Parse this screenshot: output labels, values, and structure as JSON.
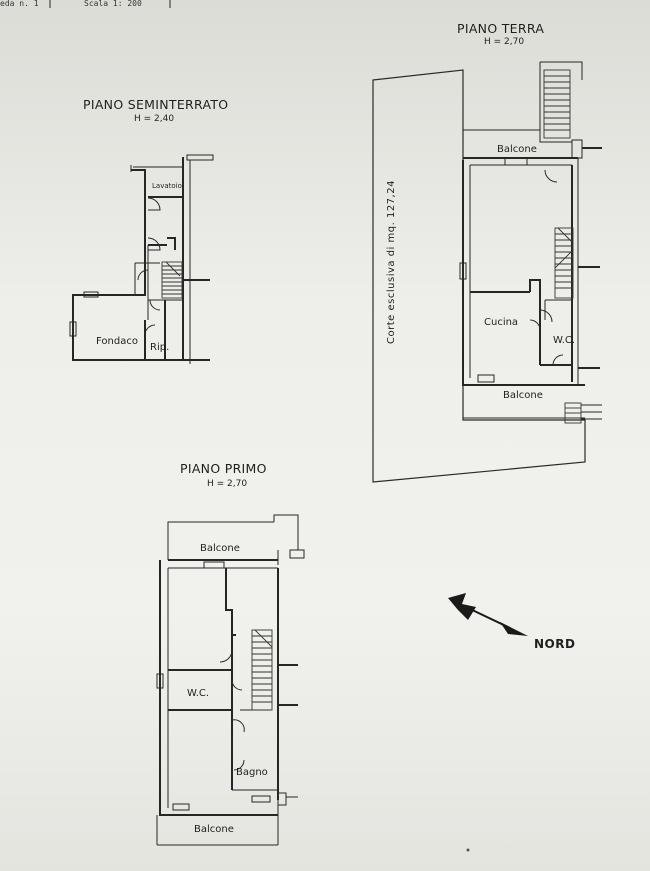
{
  "header": {
    "left": "eda n. 1",
    "scale": "Scala 1: 200"
  },
  "plans": {
    "seminterrato": {
      "title": "PIANO SEMINTERRATO",
      "height": "H = 2,40",
      "rooms": {
        "lavatoio": "Lavatoio",
        "fondaco": "Fondaco",
        "rip": "Rip."
      }
    },
    "terra": {
      "title": "PIANO TERRA",
      "height": "H = 2,70",
      "rooms": {
        "balcone_top": "Balcone",
        "cucina": "Cucina",
        "wc": "W.C.",
        "balcone_bottom": "Balcone"
      },
      "corte": "Corte esclusiva di mq. 127,24"
    },
    "primo": {
      "title": "PIANO PRIMO",
      "height": "H = 2,70",
      "rooms": {
        "balcone_top": "Balcone",
        "wc": "W.C.",
        "bagno": "Bagno",
        "balcone_bottom": "Balcone"
      }
    }
  },
  "north": {
    "label": "NORD"
  }
}
